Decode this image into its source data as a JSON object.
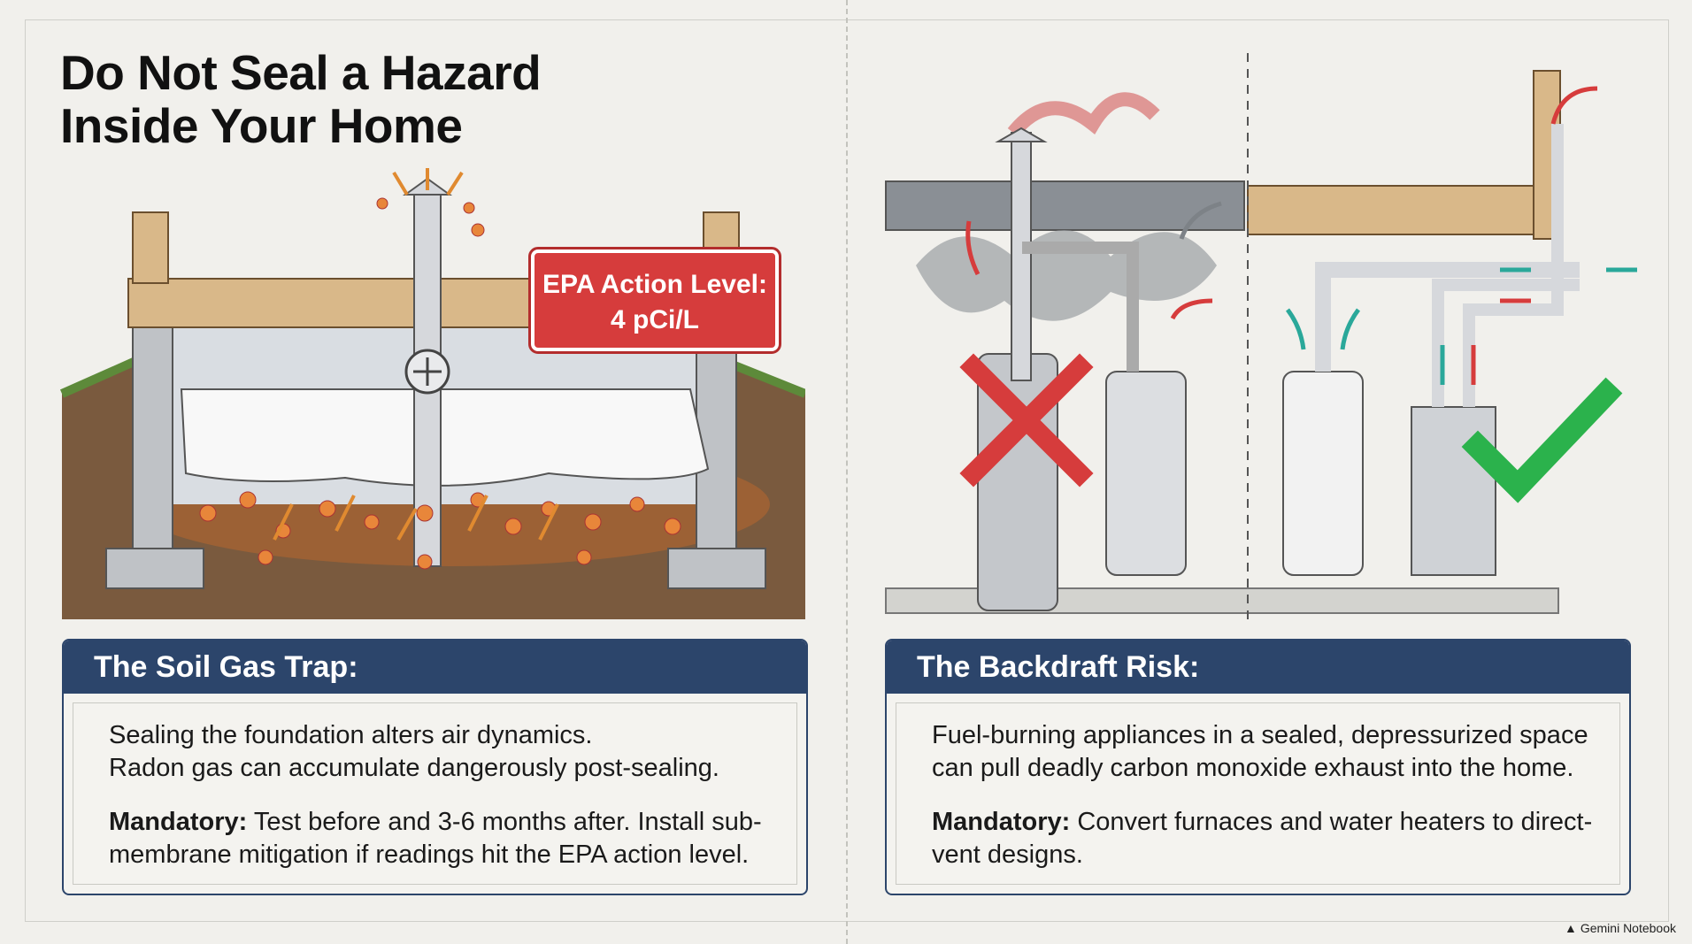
{
  "title": {
    "line1": "Do Not Seal a Hazard",
    "line2": "Inside Your Home"
  },
  "callout": {
    "line1": "EPA Action Level:",
    "line2": "4 pCi/L"
  },
  "left_panel": {
    "heading": "The Soil Gas Trap:",
    "p1_line1": "Sealing the foundation alters air dynamics.",
    "p1_line2": "Radon gas can accumulate dangerously post-sealing.",
    "mandatory_label": "Mandatory:",
    "mandatory_text": " Test before and 3-6 months after. Install sub-membrane mitigation if readings hit the EPA action level."
  },
  "right_panel": {
    "heading": "The Backdraft Risk:",
    "p1_line1": "Fuel-burning appliances in a sealed, depressurized space",
    "p1_line2": "can pull deadly carbon monoxide exhaust into the home.",
    "mandatory_label": "Mandatory:",
    "mandatory_text": " Convert furnaces and water heaters to direct-vent designs."
  },
  "footer": {
    "brand": "Gemini Notebook"
  },
  "colors": {
    "navy": "#2c456b",
    "red": "#d63c3c",
    "green": "#2bb24c",
    "soil": "#7a5a3e",
    "wood": "#d9b889"
  }
}
